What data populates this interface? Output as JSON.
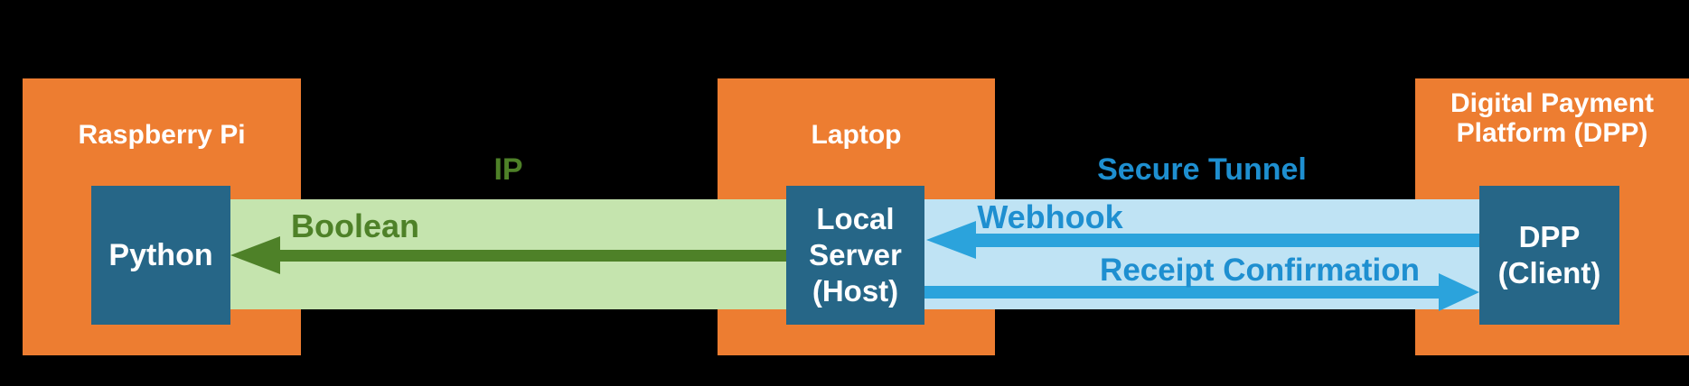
{
  "colors": {
    "background": "#000000",
    "orange": "#ED7D31",
    "teal_box": "#266687",
    "light_green": "#C5E4AE",
    "dark_green": "#4E8128",
    "light_blue": "#BFE3F4",
    "blue_arrow": "#2BA3DC",
    "blue_text": "#1E8FD0",
    "white": "#FFFFFF"
  },
  "nodes": {
    "raspberry_pi": {
      "title": "Raspberry Pi",
      "inner": {
        "line1": "Python"
      }
    },
    "laptop": {
      "title": "Laptop",
      "inner": {
        "line1": "Local",
        "line2": "Server",
        "line3": "(Host)"
      }
    },
    "dpp": {
      "title": {
        "line1": "Digital Payment",
        "line2": "Platform (DPP)"
      },
      "inner": {
        "line1": "DPP",
        "line2": "(Client)"
      }
    }
  },
  "links": {
    "ip": {
      "label": "IP",
      "message": "Boolean",
      "direction": "left"
    },
    "secure_tunnel": {
      "label": "Secure Tunnel",
      "message_left": "Webhook",
      "message_left_direction": "left",
      "message_right": "Receipt Confirmation",
      "message_right_direction": "right"
    }
  }
}
